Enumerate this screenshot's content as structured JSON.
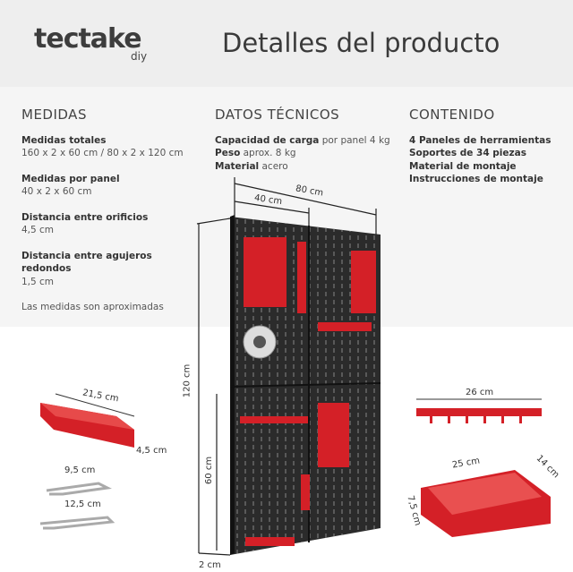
{
  "header": {
    "brand": "tectake",
    "brand_sub": "diy",
    "title": "Detalles del producto"
  },
  "medidas": {
    "heading": "MEDIDAS",
    "groups": [
      {
        "label": "Medidas totales",
        "value": "160 x 2 x 60 cm / 80 x 2 x 120 cm"
      },
      {
        "label": "Medidas por panel",
        "value": "40 x 2 x 60 cm"
      },
      {
        "label": "Distancia entre orificios",
        "value": "4,5 cm"
      },
      {
        "label": "Distancia entre agujeros redondos",
        "value": "1,5 cm"
      }
    ],
    "note": "Las medidas son aproximadas"
  },
  "datos": {
    "heading": "DATOS TÉCNICOS",
    "rows": [
      {
        "label": "Capacidad de carga",
        "value": "por panel 4 kg"
      },
      {
        "label": "Peso",
        "value": "aprox. 8 kg"
      },
      {
        "label": "Material",
        "value": "acero"
      }
    ]
  },
  "contenido": {
    "heading": "CONTENIDO",
    "items": [
      "4 Paneles de herramientas",
      "Soportes de 34 piezas",
      "Material de montaje",
      "Instrucciones de montaje"
    ]
  },
  "dimensions": {
    "width_total": "80 cm",
    "width_panel": "40 cm",
    "height_total": "120 cm",
    "height_panel": "60 cm",
    "depth": "2 cm",
    "socket_len": "21,5 cm",
    "socket_h": "4,5 cm",
    "hook1": "9,5 cm",
    "hook2": "12,5 cm",
    "rail": "26 cm",
    "tray_len": "25 cm",
    "tray_w": "14 cm",
    "tray_h": "7,5 cm"
  },
  "colors": {
    "accent": "#d42027",
    "panel": "#2b2b2b"
  }
}
